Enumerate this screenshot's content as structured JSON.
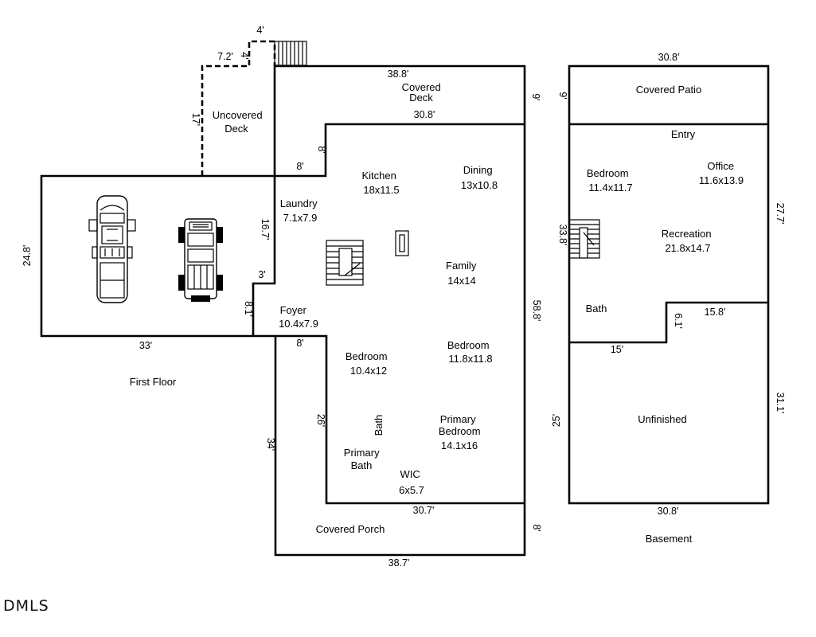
{
  "floors": {
    "first": {
      "label": "First Floor",
      "rooms": {
        "uncovered_deck": [
          "Uncovered",
          "Deck"
        ],
        "covered_deck": [
          "Covered",
          "Deck"
        ],
        "kitchen": [
          "Kitchen",
          "18x11.5"
        ],
        "dining": [
          "Dining",
          "13x10.8"
        ],
        "laundry": [
          "Laundry",
          "7.1x7.9"
        ],
        "family": [
          "Family",
          "14x14"
        ],
        "foyer": [
          "Foyer",
          "10.4x7.9"
        ],
        "bedroom_a": [
          "Bedroom",
          "10.4x12"
        ],
        "bedroom_b": [
          "Bedroom",
          "11.8x11.8"
        ],
        "bath": "Bath",
        "primary_bedroom": [
          "Primary",
          "Bedroom",
          "14.1x16"
        ],
        "primary_bath": [
          "Primary",
          "Bath"
        ],
        "wic": [
          "WIC",
          "6x5.7"
        ],
        "covered_porch": "Covered Porch"
      },
      "dimensions": {
        "deck_top": "4'",
        "deck_step_w": "7.2'",
        "deck_step_h": "4'",
        "deck_height": "17'",
        "covered_deck_top": "38.8'",
        "covered_deck_inner": "30.8'",
        "covered_deck_depth": "9'",
        "kitchen_jog_v": "8'",
        "kitchen_jog_h": "8'",
        "garage_depth": "24.8'",
        "garage_width": "33'",
        "laundry_wall": "16.7'",
        "garage_jog": "3'",
        "foyer_wall": "8.1'",
        "house_depth": "58.8'",
        "foyer_jog": "8'",
        "bedroom_wing": "26'",
        "left_wall": "34'",
        "porch_inner": "30.7'",
        "porch_depth": "8'",
        "porch_bottom": "38.7'"
      }
    },
    "basement": {
      "label": "Basement",
      "rooms": {
        "covered_patio": "Covered Patio",
        "entry": "Entry",
        "bedroom": [
          "Bedroom",
          "11.4x11.7"
        ],
        "office": [
          "Office",
          "11.6x13.9"
        ],
        "recreation": [
          "Recreation",
          "21.8x14.7"
        ],
        "bath": "Bath",
        "unfinished": "Unfinished"
      },
      "dimensions": {
        "top": "30.8'",
        "patio_left": "9'",
        "finished_left": "33.8'",
        "finished_right": "27.7'",
        "jog_v": "6.1'",
        "jog_right": "15.8'",
        "jog_left": "15'",
        "unfinished_left": "25'",
        "unfinished_right": "31.1'",
        "bottom": "30.8'"
      }
    }
  },
  "watermark": "DMLS"
}
